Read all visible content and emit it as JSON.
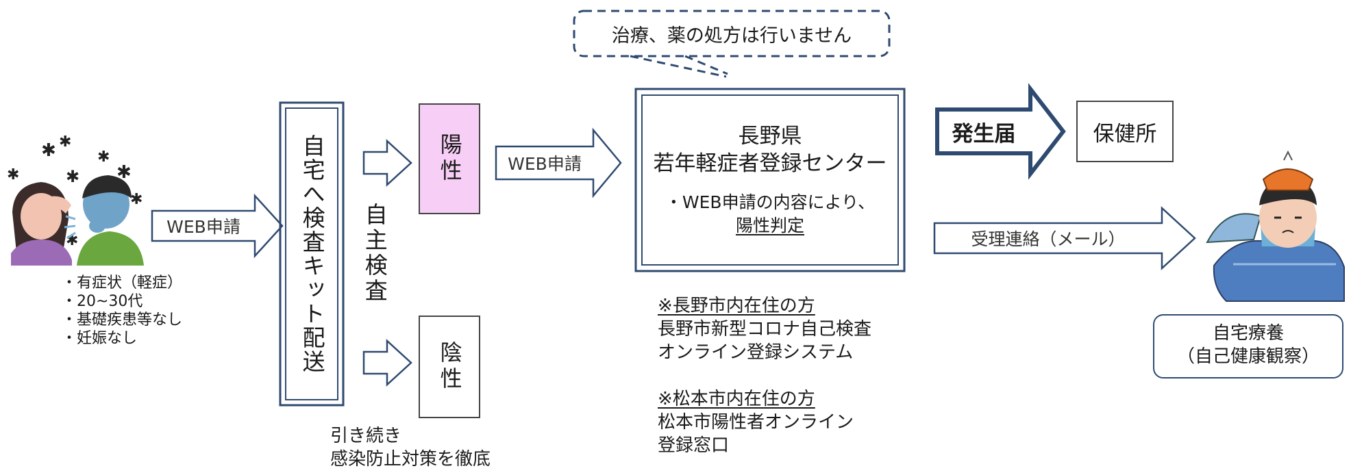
{
  "callout": {
    "text": "治療、薬の処方は行いません"
  },
  "patients": {
    "conditions": [
      "・有症状（軽症）",
      "・20~30代",
      "・基礎疾患等なし",
      "・妊娠なし"
    ]
  },
  "arrow_web_1": "WEB申請",
  "kit_box": "自宅へ検査キット配送",
  "self_test": "自主検査",
  "positive": "陽性",
  "negative": "陰性",
  "negative_note": [
    "引き続き",
    "感染防止対策を徹底"
  ],
  "arrow_web_2": "WEB申請",
  "center": {
    "title_1": "長野県",
    "title_2": "若年軽症者登録センター",
    "bullet_prefix": "・WEB申請の内容により、",
    "bullet_underlined": "陽性判定"
  },
  "notes": {
    "nagano_heading": "※長野市内在住の方",
    "nagano_lines": [
      "長野市新型コロナ自己検査",
      "オンライン登録システム"
    ],
    "matsumoto_heading": "※松本市内在住の方",
    "matsumoto_lines": [
      "松本市陽性者オンライン",
      "登録窓口"
    ]
  },
  "report_arrow": "発生届",
  "health_center": "保健所",
  "reception_arrow": "受理連絡（メール）",
  "home_care": [
    "自宅療養",
    "（自己健康観察）"
  ],
  "colors": {
    "positive_fill": "#f7cef6",
    "callout_stroke": "#2f4a70",
    "arrow_stroke": "#2f4a70"
  }
}
